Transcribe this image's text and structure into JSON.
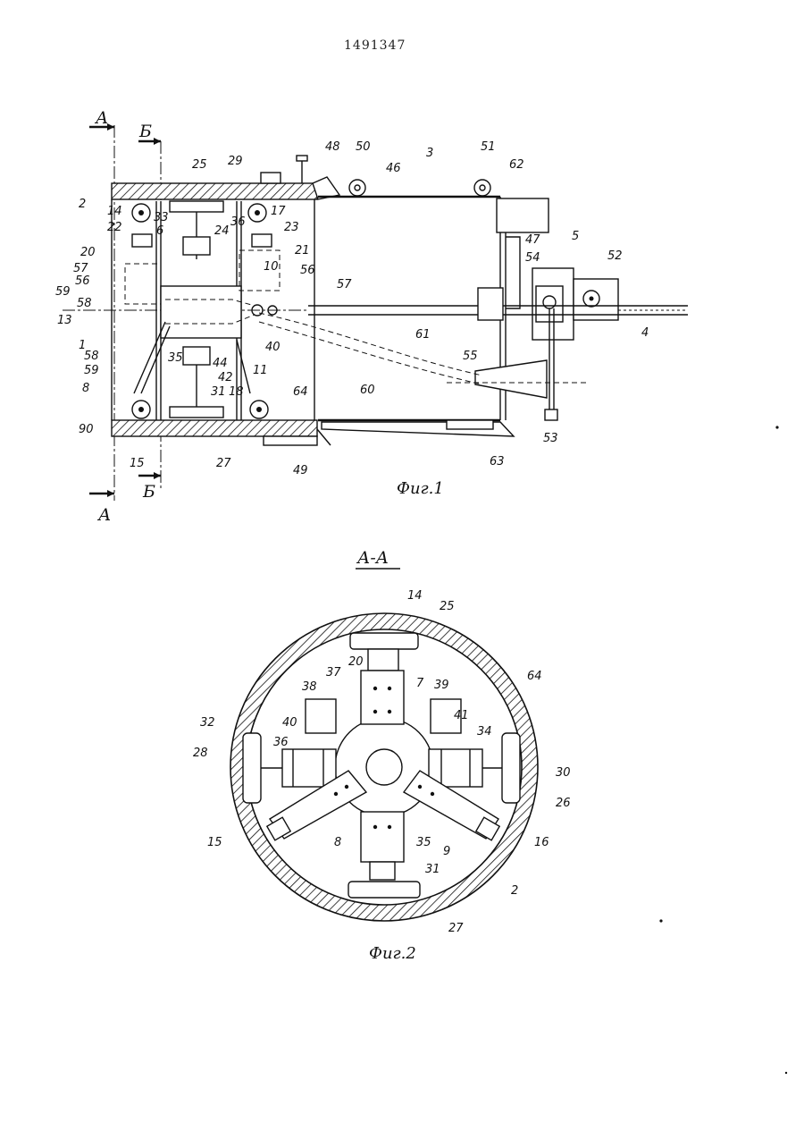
{
  "header": {
    "patent_number": "1491347"
  },
  "figure1": {
    "caption": "Фиг.1",
    "section_marks": {
      "A_top": "А",
      "A_bottom": "А",
      "B_top": "Б",
      "B_bottom": "Б"
    },
    "labels": [
      {
        "id": "l2",
        "text": "2"
      },
      {
        "id": "l25",
        "text": "25"
      },
      {
        "id": "l29",
        "text": "29"
      },
      {
        "id": "l48",
        "text": "48"
      },
      {
        "id": "l50",
        "text": "50"
      },
      {
        "id": "l46",
        "text": "46"
      },
      {
        "id": "l3",
        "text": "3"
      },
      {
        "id": "l51",
        "text": "51"
      },
      {
        "id": "l62",
        "text": "62"
      },
      {
        "id": "l14",
        "text": "14"
      },
      {
        "id": "l33",
        "text": "33"
      },
      {
        "id": "l6",
        "text": "6"
      },
      {
        "id": "l36",
        "text": "36"
      },
      {
        "id": "l17",
        "text": "17"
      },
      {
        "id": "l22",
        "text": "22"
      },
      {
        "id": "l24",
        "text": "24"
      },
      {
        "id": "l23",
        "text": "23"
      },
      {
        "id": "l20",
        "text": "20"
      },
      {
        "id": "l21",
        "text": "21"
      },
      {
        "id": "l10",
        "text": "10"
      },
      {
        "id": "l56r",
        "text": "56"
      },
      {
        "id": "l57l",
        "text": "57"
      },
      {
        "id": "l56l",
        "text": "56"
      },
      {
        "id": "l59l",
        "text": "59"
      },
      {
        "id": "l58l",
        "text": "58"
      },
      {
        "id": "l57r",
        "text": "57"
      },
      {
        "id": "l47",
        "text": "47"
      },
      {
        "id": "l54",
        "text": "54"
      },
      {
        "id": "l5",
        "text": "5"
      },
      {
        "id": "l52",
        "text": "52"
      },
      {
        "id": "l13",
        "text": "13"
      },
      {
        "id": "l4",
        "text": "4"
      },
      {
        "id": "l1",
        "text": "1"
      },
      {
        "id": "l40",
        "text": "40"
      },
      {
        "id": "l61",
        "text": "61"
      },
      {
        "id": "l58b",
        "text": "58"
      },
      {
        "id": "l35",
        "text": "35"
      },
      {
        "id": "l44",
        "text": "44"
      },
      {
        "id": "l59b",
        "text": "59"
      },
      {
        "id": "l42",
        "text": "42"
      },
      {
        "id": "l11",
        "text": "11"
      },
      {
        "id": "l55",
        "text": "55"
      },
      {
        "id": "l8",
        "text": "8"
      },
      {
        "id": "l31",
        "text": "31"
      },
      {
        "id": "l18",
        "text": "18"
      },
      {
        "id": "l60",
        "text": "60"
      },
      {
        "id": "l64",
        "text": "64"
      },
      {
        "id": "l90",
        "text": "90"
      },
      {
        "id": "l53",
        "text": "53"
      },
      {
        "id": "l15",
        "text": "15"
      },
      {
        "id": "l27",
        "text": "27"
      },
      {
        "id": "l49",
        "text": "49"
      },
      {
        "id": "l63",
        "text": "63"
      }
    ]
  },
  "figure2": {
    "section_title": "А-А",
    "caption": "Фиг.2",
    "labels": [
      {
        "id": "m14",
        "text": "14"
      },
      {
        "id": "m25",
        "text": "25"
      },
      {
        "id": "m20",
        "text": "20"
      },
      {
        "id": "m37",
        "text": "37"
      },
      {
        "id": "m38",
        "text": "38"
      },
      {
        "id": "m7",
        "text": "7"
      },
      {
        "id": "m39",
        "text": "39"
      },
      {
        "id": "m64",
        "text": "64"
      },
      {
        "id": "m40",
        "text": "40"
      },
      {
        "id": "m41",
        "text": "41"
      },
      {
        "id": "m32",
        "text": "32"
      },
      {
        "id": "m36",
        "text": "36"
      },
      {
        "id": "m34",
        "text": "34"
      },
      {
        "id": "m28",
        "text": "28"
      },
      {
        "id": "m30",
        "text": "30"
      },
      {
        "id": "m26",
        "text": "26"
      },
      {
        "id": "m15",
        "text": "15"
      },
      {
        "id": "m8",
        "text": "8"
      },
      {
        "id": "m35",
        "text": "35"
      },
      {
        "id": "m9",
        "text": "9"
      },
      {
        "id": "m16",
        "text": "16"
      },
      {
        "id": "m31",
        "text": "31"
      },
      {
        "id": "m2",
        "text": "2"
      },
      {
        "id": "m27",
        "text": "27"
      }
    ]
  }
}
